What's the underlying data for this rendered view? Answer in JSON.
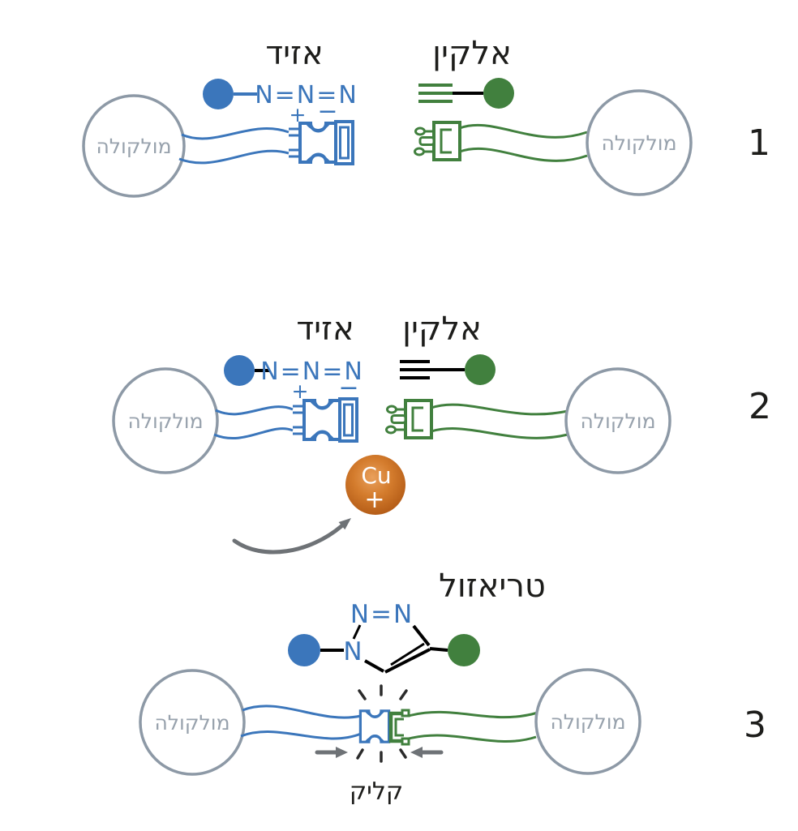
{
  "labels": {
    "azide": "אזיד",
    "alkyne": "אלקין",
    "triazole": "טריאזול",
    "molecule": "מולקולה",
    "click": "קליק",
    "azide_formula": "N=N=N",
    "plus": "+",
    "minus": "−",
    "copper": "Cu",
    "copper_charge": "+",
    "ring_top_atoms": "N=N",
    "ring_nitrogen": "N"
  },
  "steps": [
    "1",
    "2",
    "3"
  ],
  "colors": {
    "blue": "#3b76bb",
    "green": "#41803e",
    "molecule_outline": "#8d99a6",
    "molecule_text": "#98a2ad",
    "copper_light": "#e9a05c",
    "copper_dark": "#ad5512",
    "arrow_gray": "#6e7276",
    "text_black": "#1d1d1b"
  }
}
